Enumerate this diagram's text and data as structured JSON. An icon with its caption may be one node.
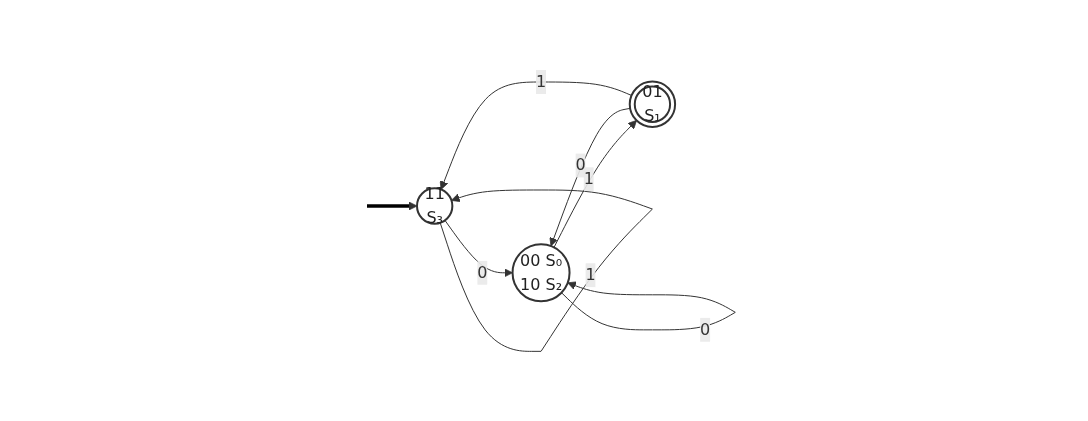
{
  "diagram": {
    "nodes": [
      {
        "text": [
          "11",
          "S₃"
        ]
      },
      {
        "text": [
          "00 S₀",
          "10 S₂"
        ]
      },
      {
        "text": [
          "01",
          "S₁"
        ]
      }
    ],
    "edges": [
      {
        "from": null,
        "to": 0,
        "arrow": "to",
        "style": "thick",
        "color": "#000000"
      },
      {
        "from": 0,
        "to": 0,
        "arrow": "to",
        "label": "1"
      },
      {
        "from": 0,
        "to": 1,
        "arrow": "to",
        "label": "0"
      },
      {
        "from": 1,
        "to": 1,
        "arrow": "to",
        "label": "0"
      },
      {
        "from": 1,
        "to": 2,
        "arrow": "to",
        "label": "1"
      },
      {
        "from": 2,
        "to": 1,
        "arrow": "to",
        "label": "0"
      },
      {
        "from": 2,
        "to": 0,
        "arrow": "to",
        "label": "1"
      }
    ]
  }
}
